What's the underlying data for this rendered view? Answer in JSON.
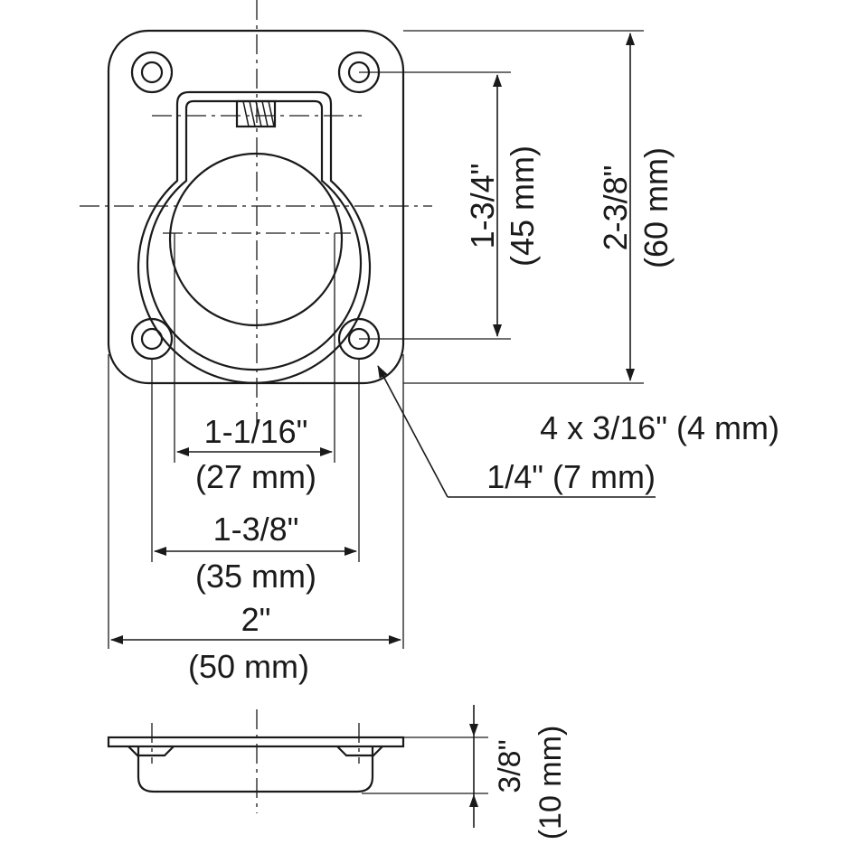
{
  "colors": {
    "plate_fill": "#e8f3fc",
    "line": "#1a1a1a",
    "background": "#ffffff"
  },
  "dimensions": {
    "top_width_45": {
      "inch": "1-3/4\"",
      "mm": "(45 mm)"
    },
    "height_60": {
      "inch": "2-3/8\"",
      "mm": "(60 mm)"
    },
    "screw_holes": "4 x 3/16\" (4 mm)",
    "counterbore": "1/4\" (7 mm)",
    "ring_inner": {
      "inch": "1-1/16\"",
      "mm": "(27 mm)"
    },
    "hole_spacing": {
      "inch": "1-3/8\"",
      "mm": "(35 mm)"
    },
    "plate_width": {
      "inch": "2\"",
      "mm": "(50 mm)"
    },
    "depth": {
      "inch": "3/8\"",
      "mm": "(10 mm)"
    }
  }
}
